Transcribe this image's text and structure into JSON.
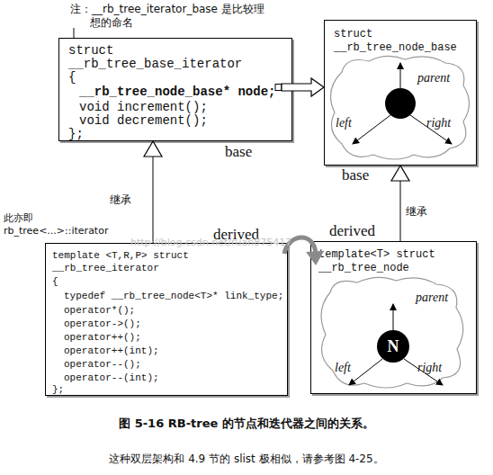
{
  "diagram": {
    "caption": "图 5-16 RB-tree 的节点和迭代器之间的关系。",
    "nodes": [
      {
        "text": [
          "struct",
          "__rb_tree_base_iterator",
          "{",
          "__rb_tree_node_base* node;",
          "void increment();",
          "void decrement();",
          "};"
        ]
      },
      {
        "text": [
          "struct",
          "__rb_tree_node_base",
          "parent",
          "left",
          "right"
        ]
      },
      {
        "text": [
          "template <T,R,P> struct",
          "__rb_tree_iterator",
          "{",
          "typedef __rb_tree_node<T>* link_type;",
          "operator*();",
          "operator->();",
          "operator++();",
          "operator++(int);",
          "operator--();",
          "operator--(int);",
          "};"
        ]
      },
      {
        "text": [
          "template<T> struct",
          "__rb_tree_node",
          "parent",
          "N",
          "left",
          "right"
        ]
      }
    ],
    "edges": [
      {
        "from": 0,
        "to": 1,
        "arrow": "to"
      },
      {
        "from": 2,
        "to": 0,
        "arrow": "to",
        "label": "继承"
      },
      {
        "from": 3,
        "to": 1,
        "arrow": "to",
        "label": "继承"
      },
      {
        "from": 2,
        "to": 3,
        "arrow": "to"
      }
    ],
    "labels": [
      "注：__rb_tree_iterator_base 是比较理想的命名",
      "base",
      "base",
      "此亦即 rb_tree<...>::iterator",
      "derived",
      "derived",
      "http://blog.csdn.net/ruan875417",
      "这种双层架构和 4.9 节的 slist 极相似，请参考图 4-25。"
    ]
  }
}
